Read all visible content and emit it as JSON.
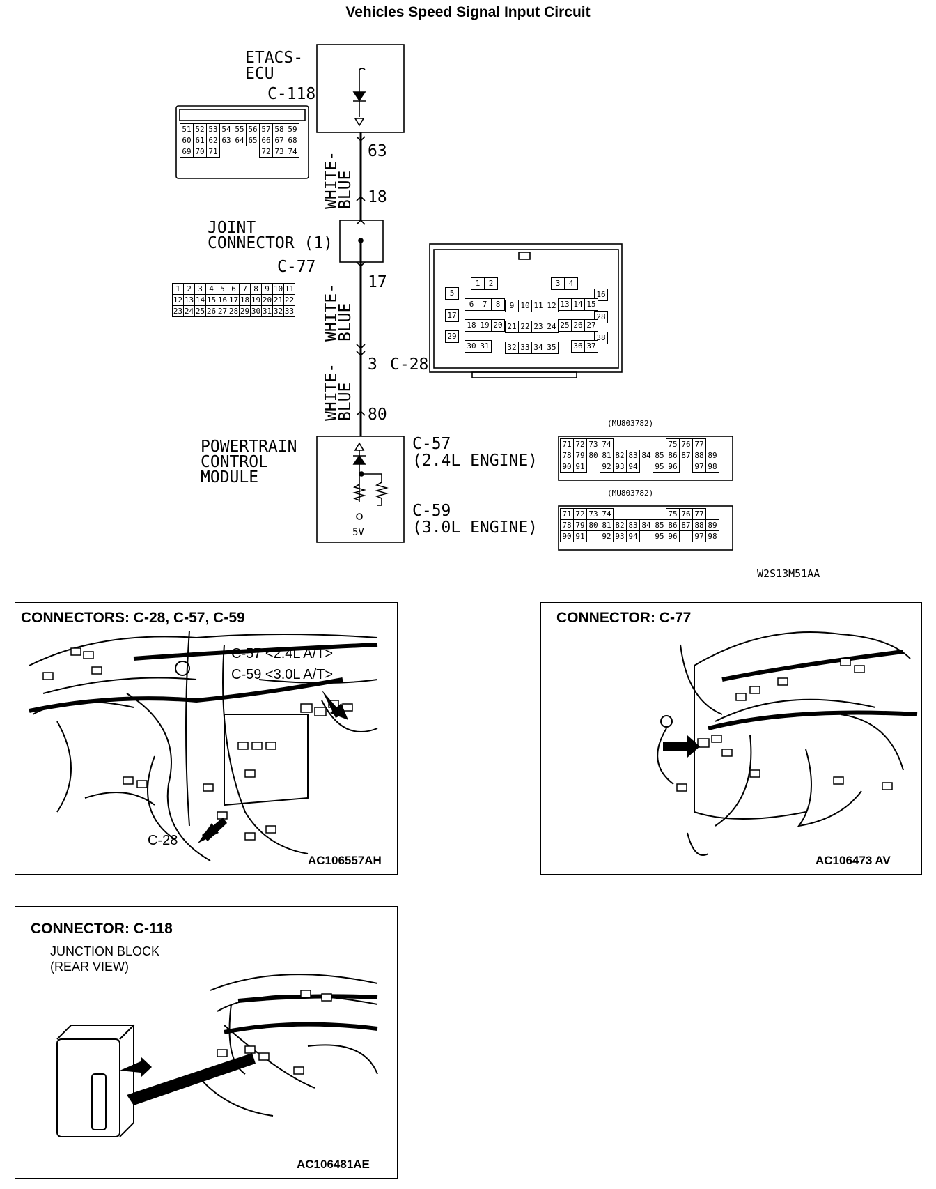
{
  "title": "Vehicles Speed Signal Input Circuit",
  "etacs": {
    "line1": "ETACS-",
    "line2": "ECU",
    "connector": "C-118"
  },
  "c118_rows": [
    [
      "51",
      "52",
      "53",
      "54",
      "55",
      "56",
      "57",
      "58",
      "59"
    ],
    [
      "60",
      "61",
      "62",
      "63",
      "64",
      "65",
      "66",
      "67",
      "68"
    ],
    [
      "69",
      "70",
      "71",
      "",
      "",
      "",
      "72",
      "73",
      "74"
    ]
  ],
  "wire_color": {
    "line1": "WHITE-",
    "line2": "BLUE"
  },
  "pins": {
    "p63": "63",
    "p18": "18",
    "p17": "17",
    "p3": "3",
    "p80": "80"
  },
  "joint": {
    "line1": "JOINT",
    "line2": "CONNECTOR (1)",
    "connector": "C-77"
  },
  "c77_rows": [
    [
      "1",
      "2",
      "3",
      "4",
      "5",
      "6",
      "7",
      "8",
      "9",
      "10",
      "11"
    ],
    [
      "12",
      "13",
      "14",
      "15",
      "16",
      "17",
      "18",
      "19",
      "20",
      "21",
      "22"
    ],
    [
      "23",
      "24",
      "25",
      "26",
      "27",
      "28",
      "29",
      "30",
      "31",
      "32",
      "33"
    ]
  ],
  "c28_label": "C-28",
  "c28_pins": [
    "1",
    "2",
    "3",
    "4",
    "5",
    "6",
    "7",
    "8",
    "9",
    "10",
    "11",
    "12",
    "13",
    "14",
    "15",
    "16",
    "17",
    "18",
    "19",
    "20",
    "21",
    "22",
    "23",
    "24",
    "25",
    "26",
    "27",
    "28",
    "29",
    "30",
    "31",
    "32",
    "33",
    "34",
    "35",
    "36",
    "37",
    "38"
  ],
  "pcm": {
    "line1": "POWERTRAIN",
    "line2": "CONTROL",
    "line3": "MODULE",
    "voltage": "5V"
  },
  "c57": {
    "connector": "C-57",
    "engine": "(2.4L ENGINE)",
    "part": "(MU803782)"
  },
  "c59": {
    "connector": "C-59",
    "engine": "(3.0L ENGINE)",
    "part": "(MU803782)"
  },
  "pcm_rows": [
    [
      "71",
      "72",
      "73",
      "74",
      "",
      "",
      "",
      "",
      "75",
      "76",
      "77"
    ],
    [
      "78",
      "79",
      "80",
      "81",
      "82",
      "83",
      "84",
      "85",
      "86",
      "87",
      "88",
      "89"
    ],
    [
      "90",
      "91",
      "",
      "92",
      "93",
      "94",
      "",
      "95",
      "96",
      "",
      "97",
      "98"
    ]
  ],
  "diagram_code": "W2S13M51AA",
  "panel1": {
    "title": "CONNECTORS: C-28, C-57, C-59",
    "note1": "C-57 <2.4L A/T>",
    "note2": "C-59 <3.0L A/T>",
    "arrow_label": "C-28",
    "code": "AC106557AH"
  },
  "panel2": {
    "title": "CONNECTOR: C-77",
    "code": "AC106473 AV"
  },
  "panel3": {
    "title": "CONNECTOR: C-118",
    "sub1": "JUNCTION BLOCK",
    "sub2": "(REAR VIEW)",
    "code": "AC106481AE"
  }
}
